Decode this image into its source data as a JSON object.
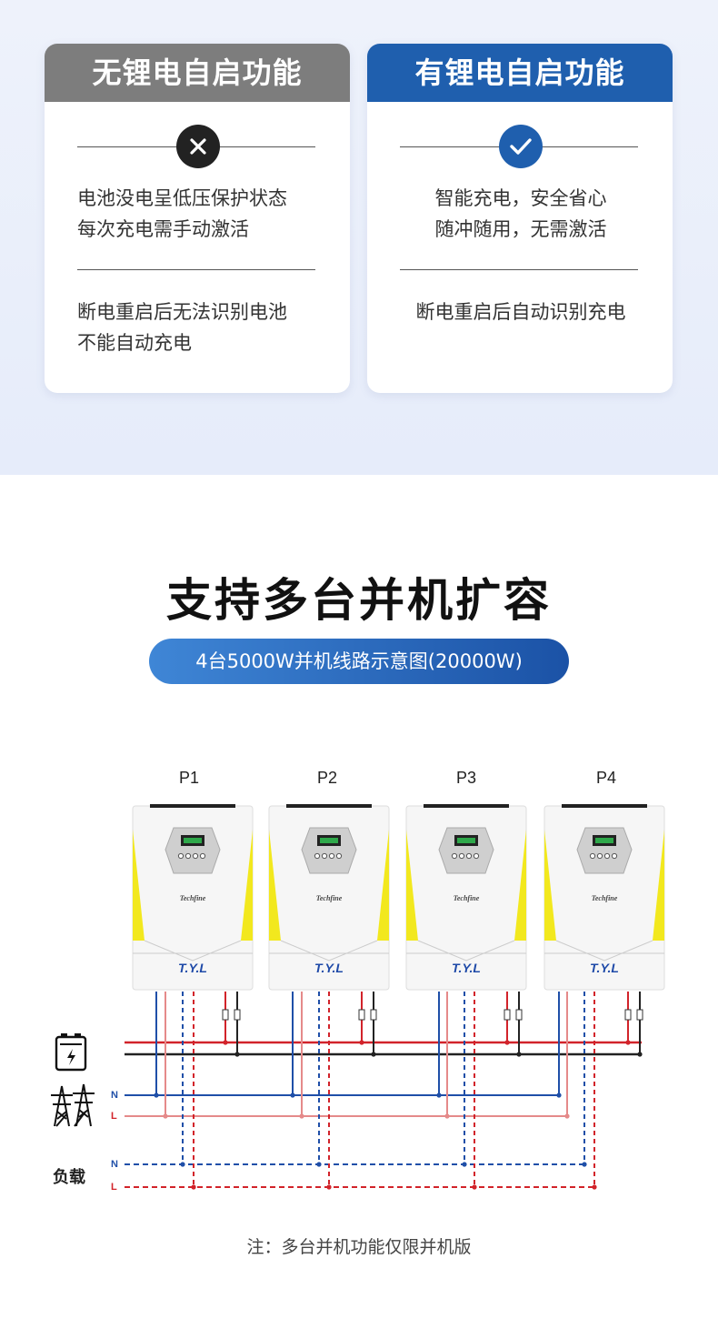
{
  "comparison": {
    "left": {
      "title": "无锂电自启功能",
      "line1": "电池没电呈低压保护状态",
      "line2": "每次充电需手动激活",
      "line3": "断电重启后无法识别电池",
      "line4": "不能自动充电",
      "mark_icon": "x-mark-icon"
    },
    "right": {
      "title": "有锂电自启功能",
      "line1": "智能充电，安全省心",
      "line2": "随冲随用，无需激活",
      "line3": "断电重启后自动识别充电",
      "mark_icon": "check-mark-icon"
    }
  },
  "parallel": {
    "title": "支持多台并机扩容",
    "subtitle": "4台5000W并机线路示意图(20000W)",
    "units": [
      {
        "label": "P1",
        "brand": "Techfine",
        "logo": "T.Y.L"
      },
      {
        "label": "P2",
        "brand": "Techfine",
        "logo": "T.Y.L"
      },
      {
        "label": "P3",
        "brand": "Techfine",
        "logo": "T.Y.L"
      },
      {
        "label": "P4",
        "brand": "Techfine",
        "logo": "T.Y.L"
      }
    ],
    "grid_n": "N",
    "grid_l": "L",
    "load_label": "负载",
    "load_n": "N",
    "load_l": "L",
    "note": "注：多台并机功能仅限并机版",
    "icons": [
      "battery-icon",
      "power-tower-icon"
    ],
    "colors": {
      "positive": "#d2232a",
      "negative": "#222222",
      "neutral": "#1f4fa8",
      "line": "#e58a8a"
    }
  }
}
